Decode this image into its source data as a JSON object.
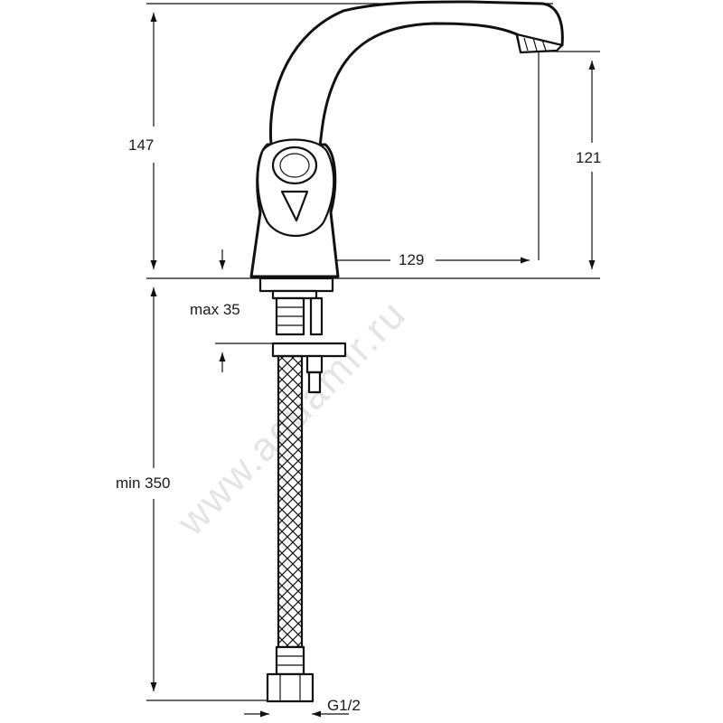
{
  "dimensions": {
    "total_height": "147",
    "spout_height": "121",
    "spout_reach": "129",
    "max_counter_thickness": "max 35",
    "min_hose_length": "min 350",
    "thread": "G1/2"
  },
  "watermark": "www.aquamir.ru",
  "colors": {
    "line": "#111111",
    "background": "#ffffff",
    "watermark": "#e4e4e4"
  }
}
